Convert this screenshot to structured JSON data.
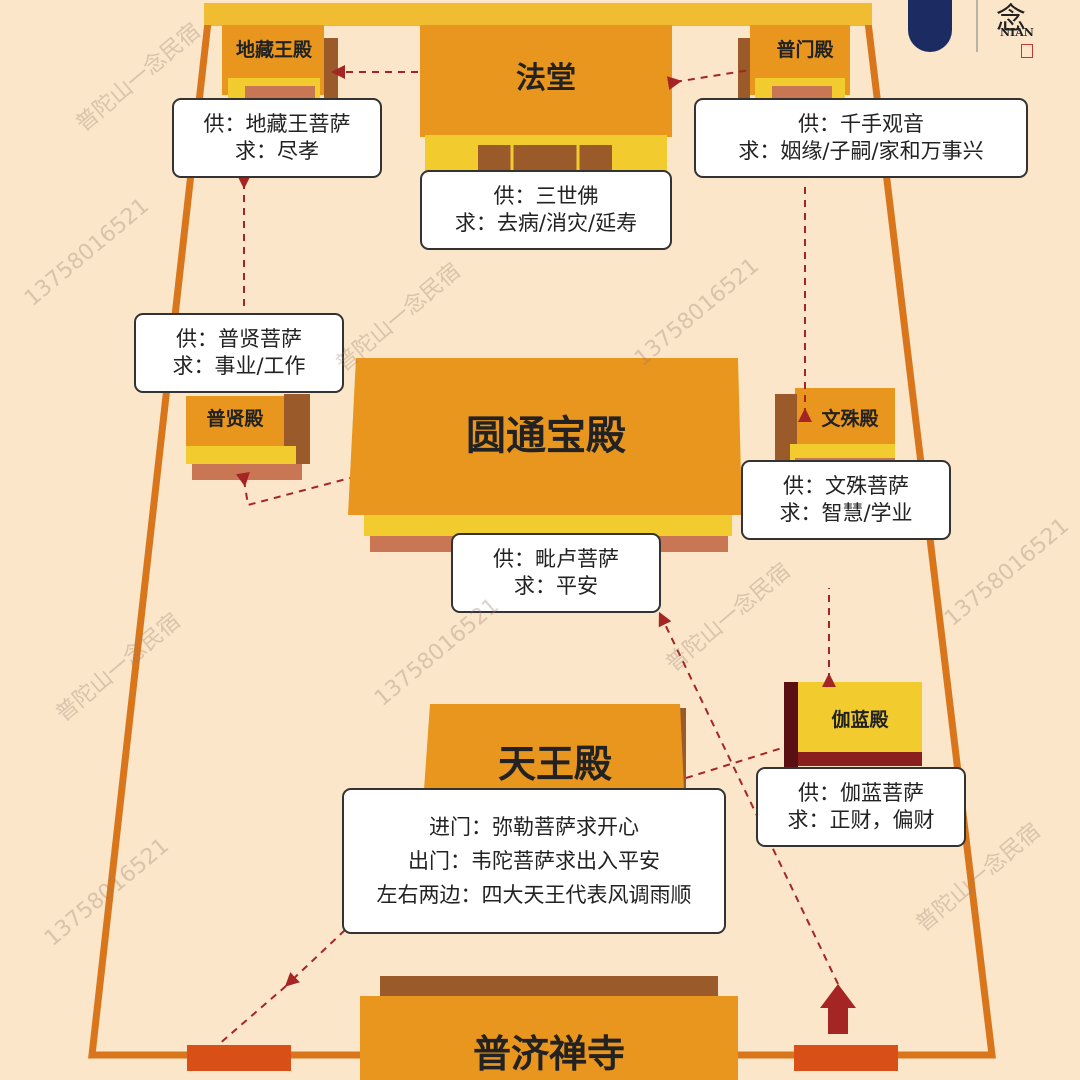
{
  "halls": {
    "dizang": "地藏王殿",
    "fatang": "法堂",
    "pumen": "普门殿",
    "puxian": "普贤殿",
    "yuantong": "圆通宝殿",
    "wenshu": "文殊殿",
    "qielan": "伽蓝殿",
    "tianwang": "天王殿",
    "puji": "普济禅寺"
  },
  "info_boxes": {
    "dizang": [
      "供：地藏王菩萨",
      "求：尽孝"
    ],
    "fatang": [
      "供：三世佛",
      "求：去病/消灾/延寿"
    ],
    "pumen": [
      "供：千手观音",
      "求：姻缘/子嗣/家和万事兴"
    ],
    "puxian": [
      "供：普贤菩萨",
      "求：事业/工作"
    ],
    "wenshu": [
      "供：文殊菩萨",
      "求：智慧/学业"
    ],
    "yuantong": [
      "供：毗卢菩萨",
      "求：平安"
    ],
    "qielan": [
      "供：伽蓝菩萨",
      "求：正财，偏财"
    ],
    "tianwang": [
      "进门：弥勒菩萨求开心",
      "出门：韦陀菩萨求出入平安",
      "左右两边：四大天王代表风调雨顺"
    ]
  },
  "watermark": {
    "phone": "13758016521",
    "name": "普陀山一念民宿"
  },
  "logo": {
    "char": "念",
    "text": "NIAN"
  },
  "colors": {
    "background": "#fbe6c9",
    "wall": "#d9761c",
    "roof": "#e8961e",
    "base_yellow": "#f2cc2e",
    "base_shadow": "#c87654",
    "door": "#9a5a2a",
    "gate": "#d84f17",
    "path": "#a52424",
    "box_border": "#333333"
  }
}
